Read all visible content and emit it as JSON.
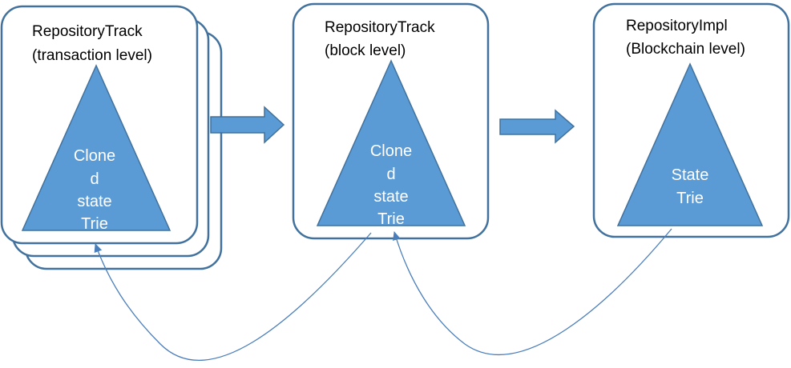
{
  "blocks": [
    {
      "title_line1": "RepositoryTrack",
      "title_line2": "(transaction level)",
      "triangle_lines": [
        "Clone",
        "d",
        "state",
        "Trie"
      ]
    },
    {
      "title_line1": "RepositoryTrack",
      "title_line2": "(block level)",
      "triangle_lines": [
        "Clone",
        "d",
        "state",
        "Trie"
      ]
    },
    {
      "title_line1": "RepositoryImpl",
      "title_line2": "(Blockchain level)",
      "triangle_lines": [
        "State",
        "Trie"
      ]
    }
  ],
  "colors": {
    "triangle_fill": "#5b9bd5",
    "outline": "#41719c",
    "connector": "#4a7ebb"
  }
}
